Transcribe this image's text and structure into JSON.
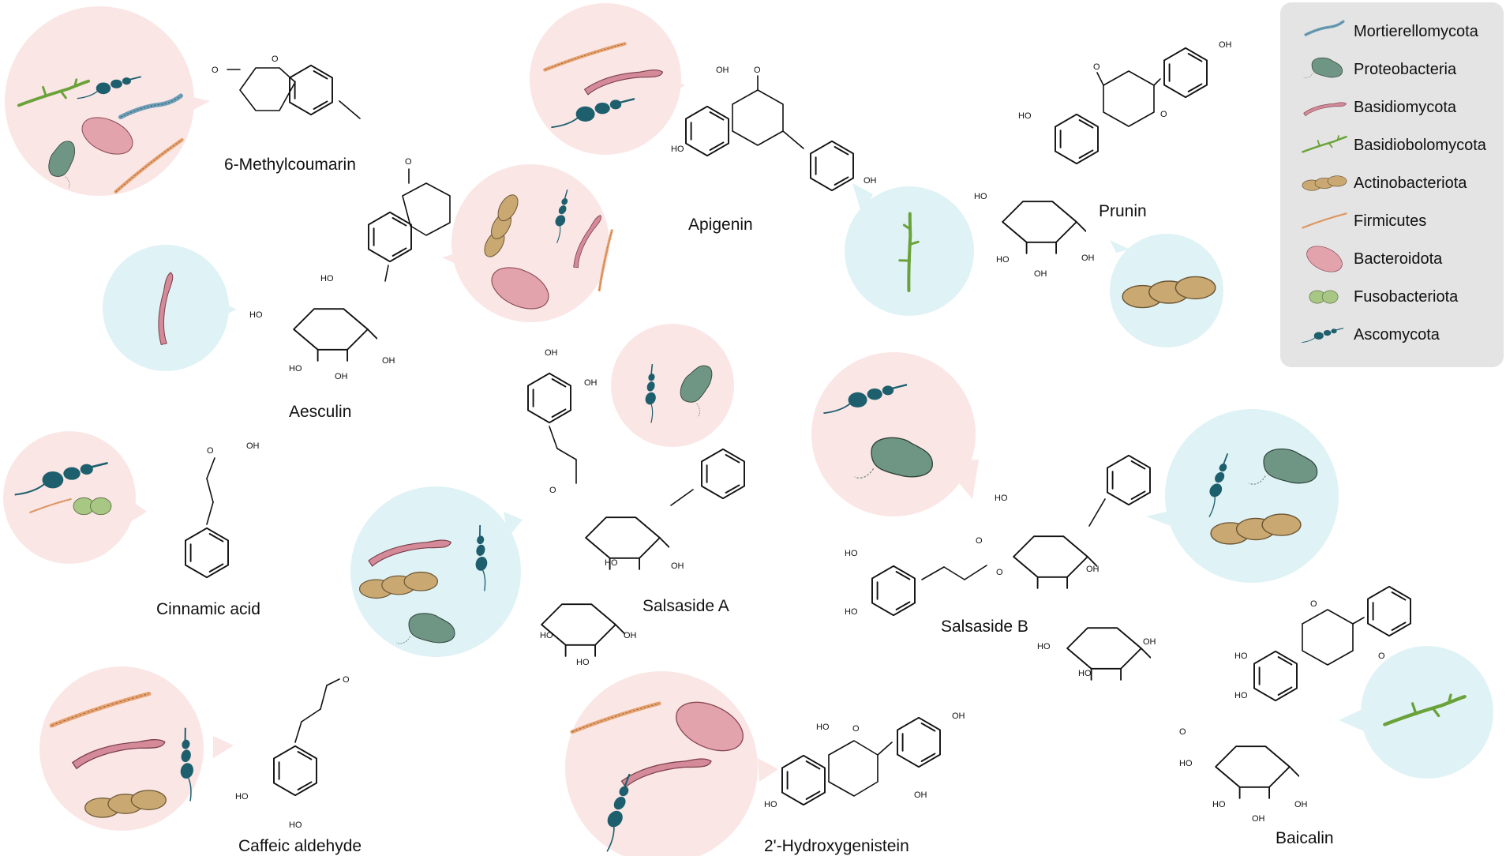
{
  "colors": {
    "bubble_pink": "#fbe6e6",
    "bubble_blue": "#dff2f5",
    "legend_bg": "#e4e4e4",
    "Mortierellomycota": "#6e9fb7",
    "Proteobacteria": "#6f9584",
    "Basidiomycota": "#d48a98",
    "Basidiobolomycota": "#6aa23a",
    "Actinobacteriota": "#c9a872",
    "Firmicutes": "#e6a16e",
    "Bacteroidota": "#e3a3ad",
    "Fusobacteriota": "#a9c784",
    "Ascomycota": "#1e5f6e"
  },
  "legend": {
    "items": [
      {
        "name": "Mortierellomycota",
        "icon": "mortierellomycota-icon"
      },
      {
        "name": "Proteobacteria",
        "icon": "proteobacteria-icon"
      },
      {
        "name": "Basidiomycota",
        "icon": "basidiomycota-icon"
      },
      {
        "name": "Basidiobolomycota",
        "icon": "basidiobolomycota-icon"
      },
      {
        "name": "Actinobacteriota",
        "icon": "actinobacteriota-icon"
      },
      {
        "name": "Firmicutes",
        "icon": "firmicutes-icon"
      },
      {
        "name": "Bacteroidota",
        "icon": "bacteroidota-icon"
      },
      {
        "name": "Fusobacteriota",
        "icon": "fusobacteriota-icon"
      },
      {
        "name": "Ascomycota",
        "icon": "ascomycota-icon"
      }
    ]
  },
  "compounds": {
    "methylcoumarin": {
      "name": "6-Methylcoumarin",
      "bubble": "pink",
      "microbes": [
        "Basidiobolomycota",
        "Ascomycota",
        "Mortierellomycota",
        "Proteobacteria",
        "Bacteroidota",
        "Firmicutes"
      ]
    },
    "aesculin": {
      "name": "Aesculin",
      "bubble_left": "blue",
      "microbes_left": [
        "Basidiomycota"
      ],
      "bubble_right": "pink",
      "microbes_right": [
        "Actinobacteriota",
        "Ascomycota",
        "Basidiomycota",
        "Firmicutes",
        "Bacteroidota"
      ]
    },
    "apigenin": {
      "name": "Apigenin",
      "bubble_top": "pink",
      "microbes_top": [
        "Firmicutes",
        "Basidiomycota",
        "Ascomycota"
      ],
      "bubble_bottom": "blue",
      "microbes_bottom": [
        "Basidiobolomycota"
      ]
    },
    "prunin": {
      "name": "Prunin",
      "bubble": "blue",
      "microbes": [
        "Actinobacteriota"
      ]
    },
    "cinnamic_acid": {
      "name": "Cinnamic acid",
      "bubble": "pink",
      "microbes": [
        "Ascomycota",
        "Fusobacteriota",
        "Firmicutes"
      ]
    },
    "salsaside_a": {
      "name": "Salsaside A",
      "bubble_top": "pink",
      "microbes_top": [
        "Ascomycota",
        "Proteobacteria"
      ],
      "bubble_left": "blue",
      "microbes_left": [
        "Basidiomycota",
        "Ascomycota",
        "Actinobacteriota",
        "Proteobacteria"
      ]
    },
    "salsaside_b": {
      "name": "Salsaside B",
      "bubble_left": "pink",
      "microbes_left": [
        "Ascomycota",
        "Proteobacteria"
      ],
      "bubble_right": "blue",
      "microbes_right": [
        "Ascomycota",
        "Proteobacteria",
        "Actinobacteriota"
      ]
    },
    "caffeic_aldehyde": {
      "name": "Caffeic aldehyde",
      "bubble": "pink",
      "microbes": [
        "Firmicutes",
        "Basidiomycota",
        "Ascomycota",
        "Actinobacteriota"
      ]
    },
    "hydroxygenistein": {
      "name": "2'-Hydroxygenistein",
      "bubble": "pink",
      "microbes": [
        "Firmicutes",
        "Bacteroidota",
        "Basidiomycota",
        "Ascomycota"
      ]
    },
    "baicalin": {
      "name": "Baicalin",
      "bubble": "blue",
      "microbes": [
        "Basidiobolomycota"
      ]
    }
  },
  "atoms": {
    "O": "O",
    "H": "H",
    "OH": "OH",
    "HO": "HO"
  }
}
